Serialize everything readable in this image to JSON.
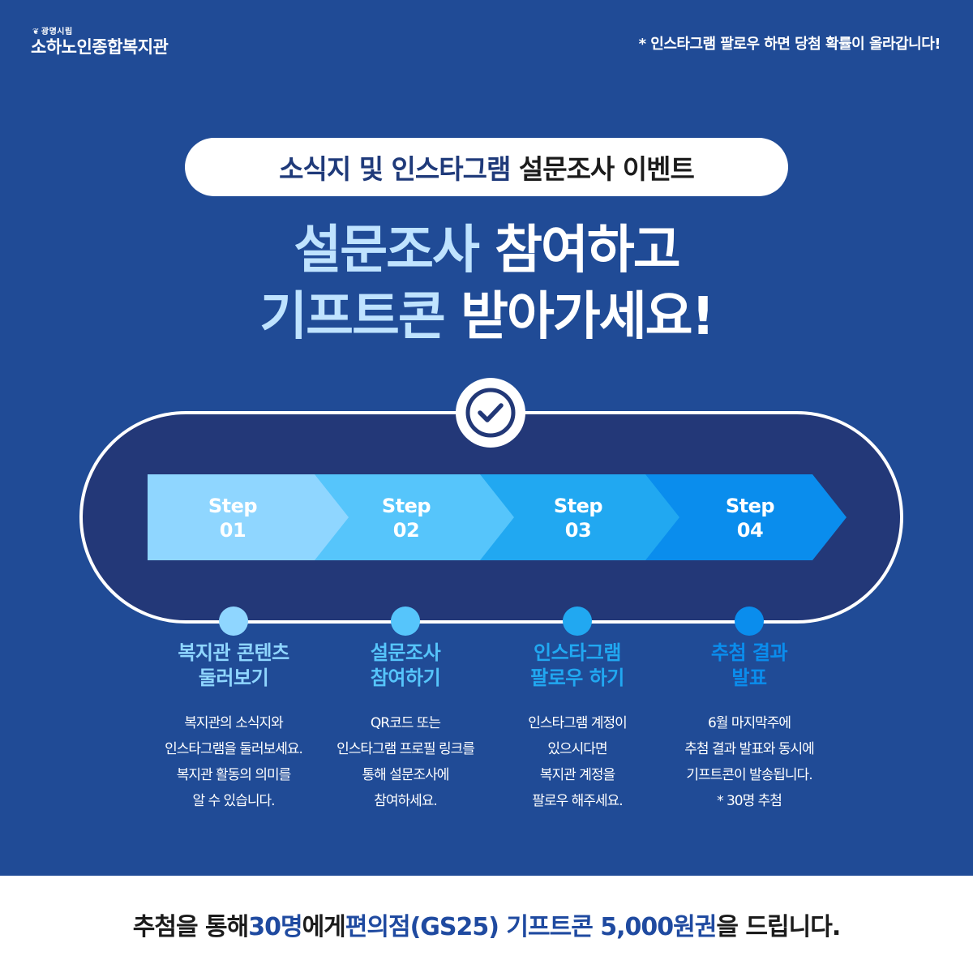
{
  "header": {
    "org_small": "광명시립",
    "org_name": "소하노인종합복지관",
    "note": "* 인스타그램 팔로우 하면 당첨 확률이 올라갑니다!"
  },
  "pill": {
    "part1": "소식지 및 인스타그램",
    "part2": "설문조사 이벤트"
  },
  "headline": {
    "line1_highlight": "설문조사",
    "line1_rest": "참여하고",
    "line2_highlight": "기프트콘",
    "line2_rest": "받아가세요!"
  },
  "check_icon": "check-circle-icon",
  "steps": [
    {
      "label_top": "Step",
      "label_num": "01",
      "color": "#8fd6ff",
      "dot_color": "#8fd6ff",
      "title_line1": "복지관 콘텐츠",
      "title_line2": "둘러보기",
      "desc": [
        "복지관의 소식지와",
        "인스타그램을 둘러보세요.",
        "복지관 활동의 의미를",
        "알 수 있습니다."
      ]
    },
    {
      "label_top": "Step",
      "label_num": "02",
      "color": "#56c5fb",
      "dot_color": "#56c5fb",
      "title_line1": "설문조사",
      "title_line2": "참여하기",
      "desc": [
        "QR코드 또는",
        "인스타그램 프로필 링크를",
        "통해 설문조사에",
        "참여하세요."
      ]
    },
    {
      "label_top": "Step",
      "label_num": "03",
      "color": "#21a8f1",
      "dot_color": "#21a8f1",
      "title_line1": "인스타그램",
      "title_line2": "팔로우 하기",
      "desc": [
        "인스타그램 계정이",
        "있으시다면",
        "복지관 계정을",
        "팔로우 해주세요."
      ]
    },
    {
      "label_top": "Step",
      "label_num": "04",
      "color": "#0a8ded",
      "dot_color": "#0a8ded",
      "title_line1": "추첨 결과",
      "title_line2": "발표",
      "desc": [
        "6월 마지막주에",
        "추첨 결과 발표와 동시에",
        "기프트콘이 발송됩니다.",
        "* 30명 추첨"
      ]
    }
  ],
  "bottom": {
    "t1": "추첨을 통해 ",
    "t2": "30명",
    "t3": "에게 ",
    "t4": "편의점(GS25) 기프트콘 5,000원권",
    "t5": "을 드립니다."
  },
  "colors": {
    "background": "#204b96",
    "track": "#233878",
    "highlight_text": "#bfe3ff",
    "bottom_emphasis": "#1f4aa0"
  }
}
